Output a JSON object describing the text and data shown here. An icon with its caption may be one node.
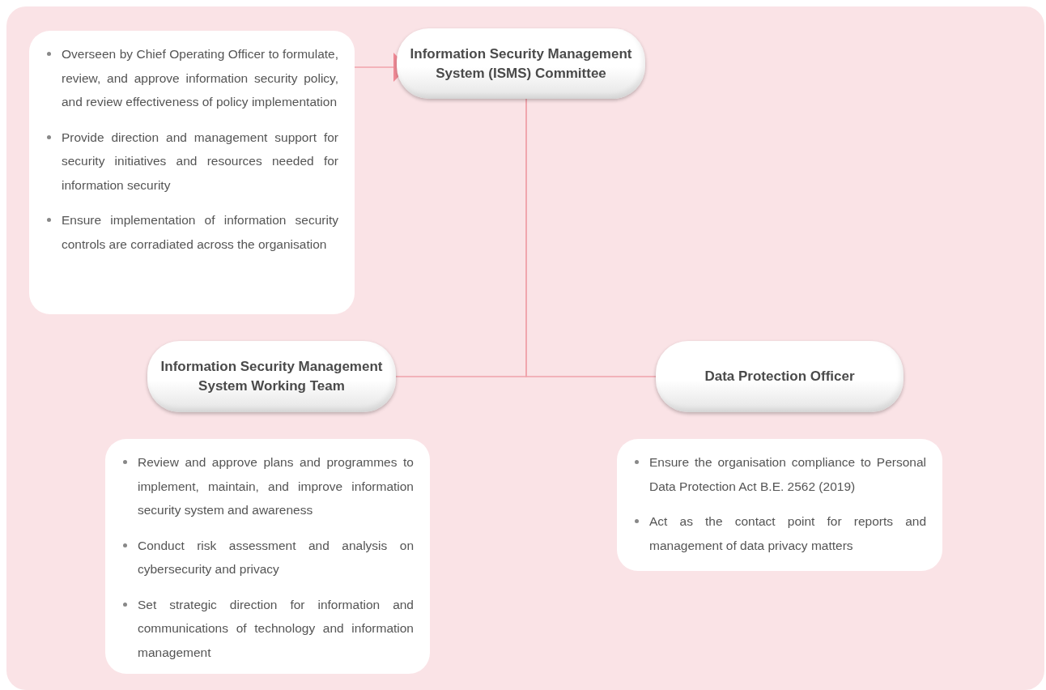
{
  "diagram": {
    "nodes": [
      {
        "text": [
          "Information Security Management System (ISMS) Committee"
        ]
      },
      {
        "text": [
          "Overseen by Chief Operating Officer to formulate, review, and approve information security policy, and review effectiveness of policy implementation",
          "Provide direction and management support for security initiatives and resources needed for information security",
          "Ensure implementation of information security controls are corradiated across the organisation"
        ]
      },
      {
        "text": [
          "Information Security Management System Working Team"
        ]
      },
      {
        "text": [
          "Data Protection Officer"
        ]
      },
      {
        "text": [
          "Review and approve plans and programmes to implement, maintain, and improve information security system and awareness",
          "Conduct risk assessment and analysis on cybersecurity and privacy",
          "Set strategic direction for information and communications of technology and information management"
        ]
      },
      {
        "text": [
          "Ensure the organisation compliance to Personal Data Protection Act B.E. 2562 (2019)",
          "Act as the contact point for reports and management of data privacy matters"
        ]
      }
    ],
    "edges": [
      {
        "from": 1,
        "to": 0,
        "arrow": "to"
      },
      {
        "from": 0,
        "to": 2,
        "arrow": "none"
      },
      {
        "from": 0,
        "to": 3,
        "arrow": "none"
      }
    ]
  }
}
